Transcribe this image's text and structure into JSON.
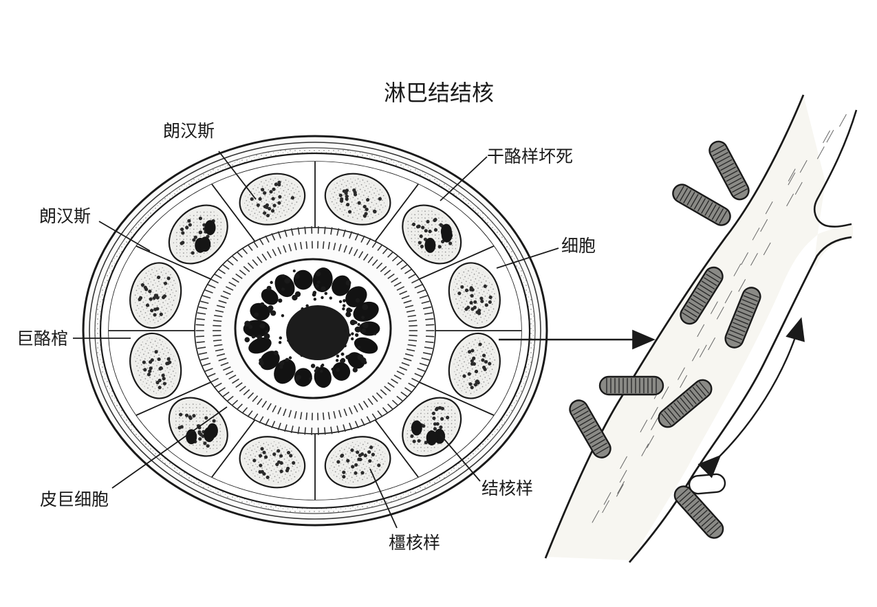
{
  "title": "淋巴结结核",
  "labels": {
    "langhans_top": "朗汉斯",
    "caseous_necrosis": "干酪样坏死",
    "langhans_left": "朗汉斯",
    "cell": "细胞",
    "giant_cell_cluster": "巨酪棺",
    "epithelioid_giant_cell": "皮巨细胞",
    "tuberculoid": "结核样",
    "stem_nucleus_like": "橿核样"
  },
  "colors": {
    "ink": "#1a1a1a",
    "cell_fill": "#f3f3f1",
    "vessel_fill": "#f7f6f1",
    "bacillus": "#8a8a86"
  },
  "icons": {
    "arrow_right": "arrow-right-icon",
    "double_arrow": "bidirectional-arrow-icon"
  }
}
